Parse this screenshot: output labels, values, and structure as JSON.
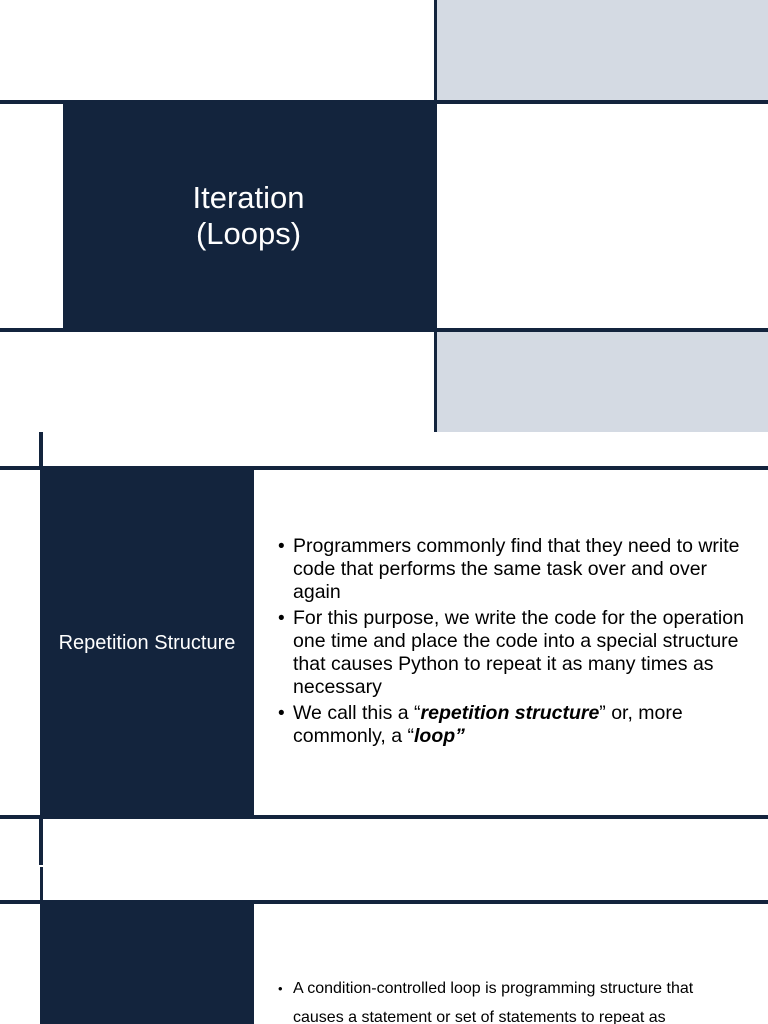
{
  "slide1": {
    "title": "Iteration\n(Loops)"
  },
  "slide2": {
    "side_label": "Repetition Structure",
    "bullets": [
      {
        "text": "Programmers commonly find that they need to write code that performs the same task over and over again"
      },
      {
        "text": "For this purpose, we write the code for the operation one time and place the code into a special structure that causes Python to repeat it as many times as necessary"
      },
      {
        "part1": "We call this a “",
        "emph1": "repetition structure",
        "part2": "” or, more commonly, a “",
        "emph2": "loop”"
      }
    ]
  },
  "slide3": {
    "bullets": [
      {
        "text": "A condition-controlled loop is programming structure that causes a statement or set of statements to repeat as"
      }
    ]
  },
  "colors": {
    "navy": "#13243d",
    "grey_block": "#d4dae3",
    "background": "#ffffff"
  }
}
